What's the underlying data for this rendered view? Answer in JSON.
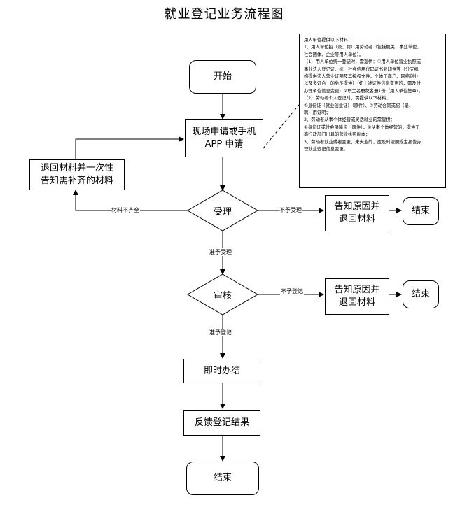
{
  "title": "就业登记业务流程图",
  "nodes": {
    "start": "开始",
    "apply_line1": "现场申请或手机",
    "apply_line2": "APP 申请",
    "return_line1": "退回材料并一次性",
    "return_line2": "告知需补齐的材料",
    "accept": "受理",
    "reject1_line1": "告知原因并",
    "reject1_line2": "退回材料",
    "end1": "结束",
    "review": "审核",
    "reject2_line1": "告知原因并",
    "reject2_line2": "退回材料",
    "end2": "结束",
    "handle": "即时办结",
    "feedback": "反馈登记结果",
    "end3": "结束"
  },
  "edge_labels": {
    "incomplete": "材料不齐全",
    "not_accepted": "不予受理",
    "accepted": "准予受理",
    "not_registered": "不予登记",
    "registered": "准予登记"
  },
  "note_lines": [
    "用人单位提供以下材料：",
    "1、用人单位招（录、聘）用劳动者（包括机关、事业单位、",
    "社会团体、企业等用人单位）。",
    "（1）用人单位统一登记时，需提供：①用人单位营业执照或",
    "事业法人登记证、统一社会信用代码证书复印件等（分支机",
    "构提供法人营业证明及其授权文件，个体工商户、网络创业",
    "以及多证合一的免予提供）（如上述证件信息变更的，需及时",
    "办理单位信息变更）②职工名册花名册1份（用人单位签章）。",
    "（2）劳动者个人登记时，需提供以下材料：",
    "①身份证（就业创业证）（原件）、②劳动合同或招（录、",
    "聘）用证明；",
    "2、劳动者从事个体经营或灵活就业的需提供：",
    "①身份证或社会保障卡（原件），②从事个体经营的，提供工",
    "商行政部门出具的营业执照副本；",
    "3、劳动者就业或者变更，未失业的，应及时按照规定报告办",
    "理就业登记信息变更。"
  ]
}
